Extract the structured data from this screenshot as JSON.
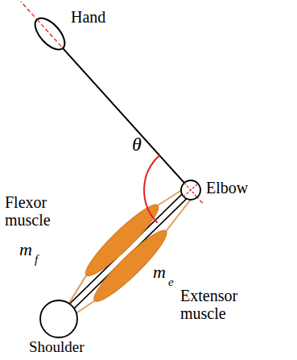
{
  "diagram": {
    "labels": [
      "Hand",
      "θ",
      "Flexor muscle",
      "Elbow",
      "m",
      "f",
      "m",
      "e",
      "Extensor muscle",
      "Shoulder"
    ]
  }
}
